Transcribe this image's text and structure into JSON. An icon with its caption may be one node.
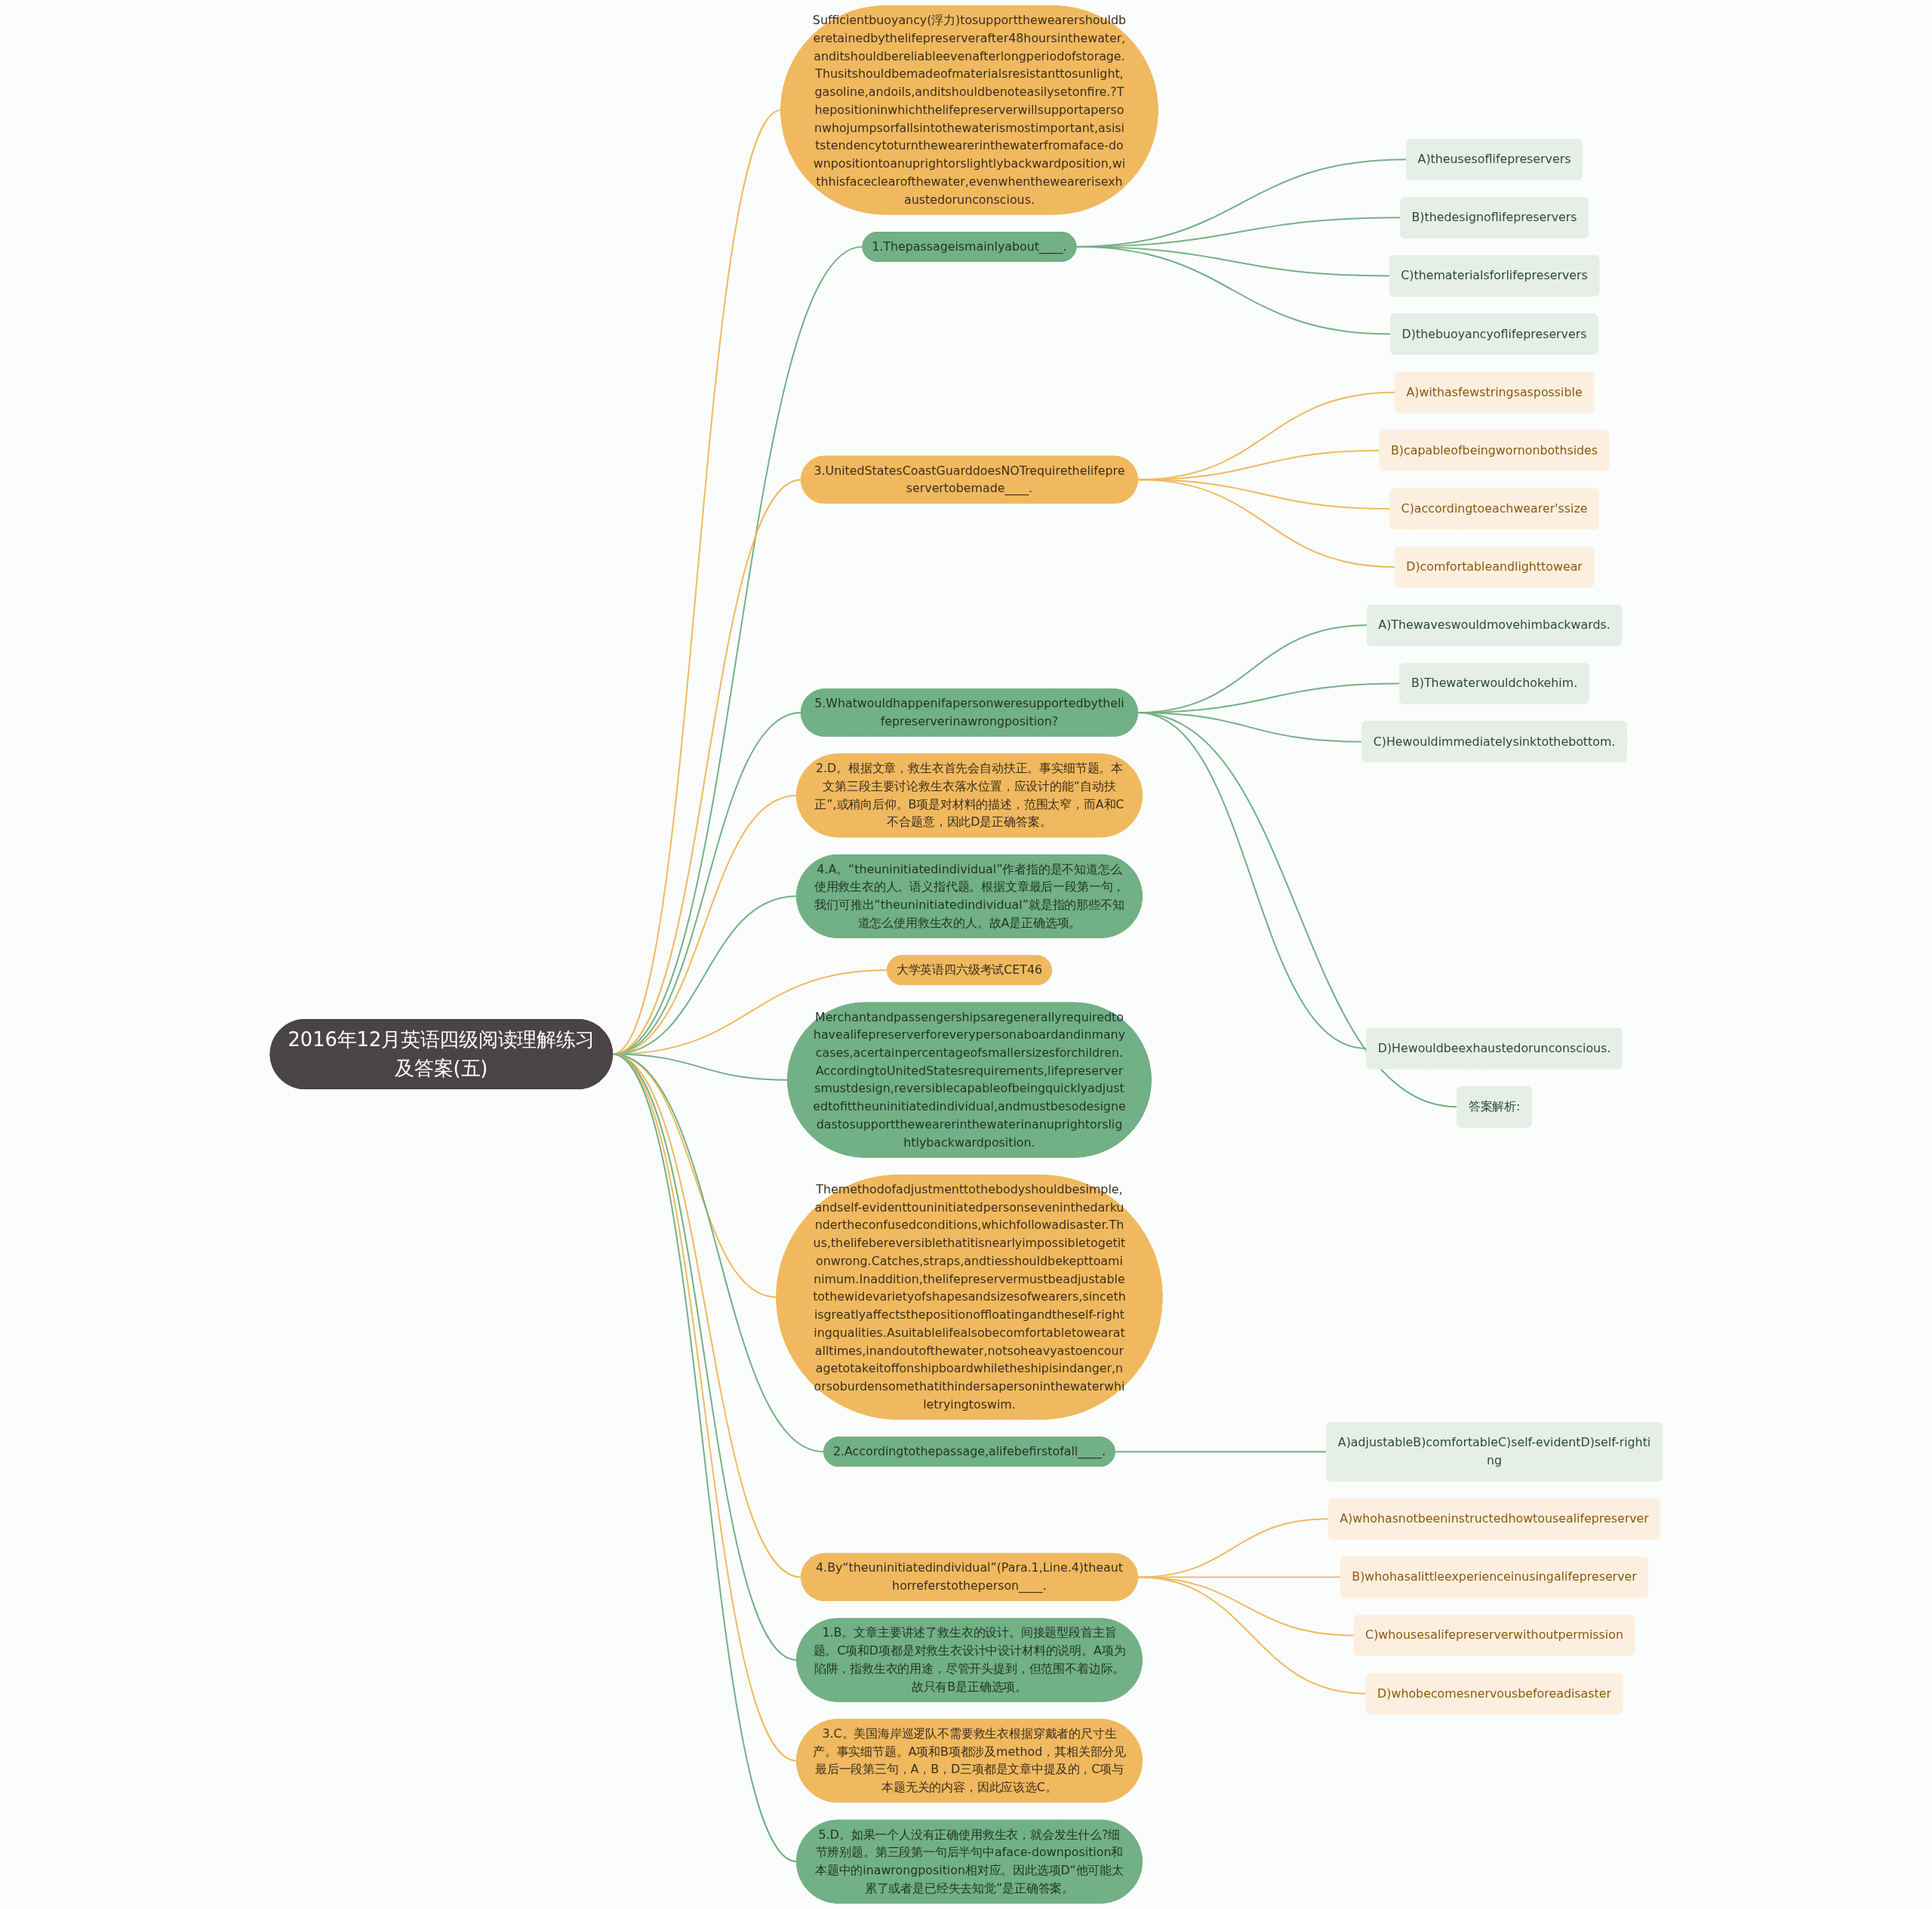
{
  "diagram": {
    "nodes": [
      {
        "text": [
          "2016年12月英语四级阅读理解练习及答案(五)"
        ]
      },
      {
        "text": [
          "Sufficientbuoyancy(浮力)tosupportthewearershouldberetainedbythelifepreserverafter48hoursinthewater,anditshouldbereliableevenafterlongperiodofstorage.Thusitshouldbemadeofmaterialsresistanttosunlight,gasoline,andoils,anditshouldbenoteasilysetonfire.?Thepositioninwhichthelifepreserverwillsupportapersonwhojumpsorfallsintothewaterismostimportant,asisitstendencytoturnthewearerinthewaterfromaface-downpositiontoanuprightorslightlybackwardposition,withhisfaceclearofthewater,evenwhenthewearerisexhaustedorunconscious."
        ]
      },
      {
        "text": [
          "1.Thepassageismainlyabout____."
        ]
      },
      {
        "text": [
          "A)theusesoflifepreservers"
        ]
      },
      {
        "text": [
          "B)thedesignoflifepreservers"
        ]
      },
      {
        "text": [
          "C)thematerialsforlifepreservers"
        ]
      },
      {
        "text": [
          "D)thebuoyancyoflifepreservers"
        ]
      },
      {
        "text": [
          "3.UnitedStatesCoastGuarddoesNOTrequirethelifepreservertobemade____."
        ]
      },
      {
        "text": [
          "A)withasfewstringsaspossible"
        ]
      },
      {
        "text": [
          "B)capableofbeingwornonbothsides"
        ]
      },
      {
        "text": [
          "C)accordingtoeachwearer'ssize"
        ]
      },
      {
        "text": [
          "D)comfortableandlighttowear"
        ]
      },
      {
        "text": [
          "5.Whatwouldhappenifapersonweresupportedbythelifepreserverinawrongposition?"
        ]
      },
      {
        "text": [
          "A)Thewaveswouldmovehimbackwards."
        ]
      },
      {
        "text": [
          "B)Thewaterwouldchokehim."
        ]
      },
      {
        "text": [
          "C)Hewouldimmediatelysinktothebottom."
        ]
      },
      {
        "text": [
          "D)Hewouldbeexhaustedorunconscious."
        ]
      },
      {
        "text": [
          "答案解析:"
        ]
      },
      {
        "text": [
          "2.D。根据文章，救生衣首先会自动扶正。事实细节题。本文第三段主要讨论救生衣落水位置，应设计的能“自动扶正”,或稍向后仰。B项是对材料的描述，范围太窄，而A和C不合题意，因此D是正确答案。"
        ]
      },
      {
        "text": [
          "4.A。“theuninitiatedindividual”作者指的是不知道怎么使用救生衣的人。语义指代题。根据文章最后一段第一句，我们可推出“theuninitiatedindividual”就是指的那些不知道怎么使用救生衣的人。故A是正确选项。"
        ]
      },
      {
        "text": [
          "大学英语四六级考试CET46"
        ]
      },
      {
        "text": [
          "Merchantandpassengershipsaregenerallyrequiredtohavealifepreserverforeverypersonaboardandinmanycases,acertainpercentageofsmallersizesforchildren.AccordingtoUnitedStatesrequirements,lifepreserversmustdesign,reversiblecapableofbeingquicklyadjustedtofittheuninitiatedindividual,andmustbesodesignedastosupportthewearerinthewaterinanuprightorslightlybackwardposition."
        ]
      },
      {
        "text": [
          "Themethodofadjustmenttothebodyshouldbesimple,andself-evidenttouninitiatedpersonseveninthedarkundertheconfusedconditions,whichfollowadisaster.Thus,thelifebereversiblethatitisnearlyimpossibletogetitonwrong.Catches,straps,andtiesshouldbekepttoaminimum.Inaddition,thelifepreservermustbeadjustabletothewidevarietyofshapesandsizesofwearers,sincethisgreatlyaffectsthepositionoffloatingandtheself-rightingqualities.Asuitablelifealsobecomfortabletowearatalltimes,inandoutofthewater,notsoheavyastoencouragetotakeitoffonshipboardwhiletheshipisindanger,norsoburdensomethatithindersapersoninthewaterwhiletryingtoswim."
        ]
      },
      {
        "text": [
          "2.Accordingtothepassage,alifebefirstofall____."
        ]
      },
      {
        "text": [
          "A)adjustableB)comfortableC)self-evidentD)self-righting"
        ]
      },
      {
        "text": [
          "4.By“theuninitiatedindividual”(Para.1,Line.4)theauthorreferstotheperson____."
        ]
      },
      {
        "text": [
          "A)whohasnotbeeninstructedhowtousealifepreserver"
        ]
      },
      {
        "text": [
          "B)whohasalittleexperienceinusingalifepreserver"
        ]
      },
      {
        "text": [
          "C)whousesalifepreserverwithoutpermission"
        ]
      },
      {
        "text": [
          "D)whobecomesnervousbeforeadisaster"
        ]
      },
      {
        "text": [
          "1.B。文章主要讲述了救生衣的设计。间接题型段首主旨题。C项和D项都是对救生衣设计中设计材料的说明。A项为陷阱，指救生衣的用途，尽管开头提到，但范围不着边际。故只有B是正确选项。"
        ]
      },
      {
        "text": [
          "3.C。美国海岸巡逻队不需要救生衣根据穿戴者的尺寸生产。事实细节题。A项和B项都涉及method，其相关部分见最后一段第三句，A，B，D三项都是文章中提及的，C项与本题无关的内容，因此应该选C。"
        ]
      },
      {
        "text": [
          "5.D。如果一个人没有正确使用救生衣，就会发生什么?细节辨别题。第三段第一句后半句中aface-downposition和本题中的inawrongposition相对应。因此选项D“他可能太累了或者是已经失去知觉”是正确答案。"
        ]
      }
    ],
    "edges": [
      {
        "from": 0,
        "to": 1,
        "arrow": "none",
        "color": "#f0b95f"
      },
      {
        "from": 0,
        "to": 2,
        "arrow": "none"
      },
      {
        "from": 2,
        "to": 3,
        "arrow": "none"
      },
      {
        "from": 2,
        "to": 4,
        "arrow": "none"
      },
      {
        "from": 2,
        "to": 5,
        "arrow": "none"
      },
      {
        "from": 2,
        "to": 6,
        "arrow": "none"
      },
      {
        "from": 0,
        "to": 7,
        "arrow": "none",
        "color": "#f0b95f"
      },
      {
        "from": 7,
        "to": 8,
        "arrow": "none",
        "color": "#f0b95f"
      },
      {
        "from": 7,
        "to": 9,
        "arrow": "none",
        "color": "#f0b95f"
      },
      {
        "from": 7,
        "to": 10,
        "arrow": "none",
        "color": "#f0b95f"
      },
      {
        "from": 7,
        "to": 11,
        "arrow": "none",
        "color": "#f0b95f"
      },
      {
        "from": 0,
        "to": 12,
        "arrow": "none"
      },
      {
        "from": 12,
        "to": 13,
        "arrow": "none"
      },
      {
        "from": 12,
        "to": 14,
        "arrow": "none"
      },
      {
        "from": 12,
        "to": 15,
        "arrow": "none"
      },
      {
        "from": 12,
        "to": 16,
        "arrow": "none"
      },
      {
        "from": 12,
        "to": 17,
        "arrow": "none"
      },
      {
        "from": 0,
        "to": 18,
        "arrow": "none",
        "color": "#f0b95f"
      },
      {
        "from": 0,
        "to": 19,
        "arrow": "none"
      },
      {
        "from": 0,
        "to": 20,
        "arrow": "none",
        "color": "#f0b95f"
      },
      {
        "from": 0,
        "to": 21,
        "arrow": "none"
      },
      {
        "from": 0,
        "to": 22,
        "arrow": "none",
        "color": "#f0b95f"
      },
      {
        "from": 0,
        "to": 23,
        "arrow": "none"
      },
      {
        "from": 23,
        "to": 24,
        "arrow": "none"
      },
      {
        "from": 0,
        "to": 25,
        "arrow": "none",
        "color": "#f0b95f"
      },
      {
        "from": 25,
        "to": 26,
        "arrow": "none",
        "color": "#f0b95f"
      },
      {
        "from": 25,
        "to": 27,
        "arrow": "none",
        "color": "#f0b95f"
      },
      {
        "from": 25,
        "to": 28,
        "arrow": "none",
        "color": "#f0b95f"
      },
      {
        "from": 25,
        "to": 29,
        "arrow": "none",
        "color": "#f0b95f"
      },
      {
        "from": 0,
        "to": 30,
        "arrow": "none"
      },
      {
        "from": 0,
        "to": 31,
        "arrow": "none",
        "color": "#f0b95f"
      },
      {
        "from": 0,
        "to": 32,
        "arrow": "none"
      }
    ]
  }
}
